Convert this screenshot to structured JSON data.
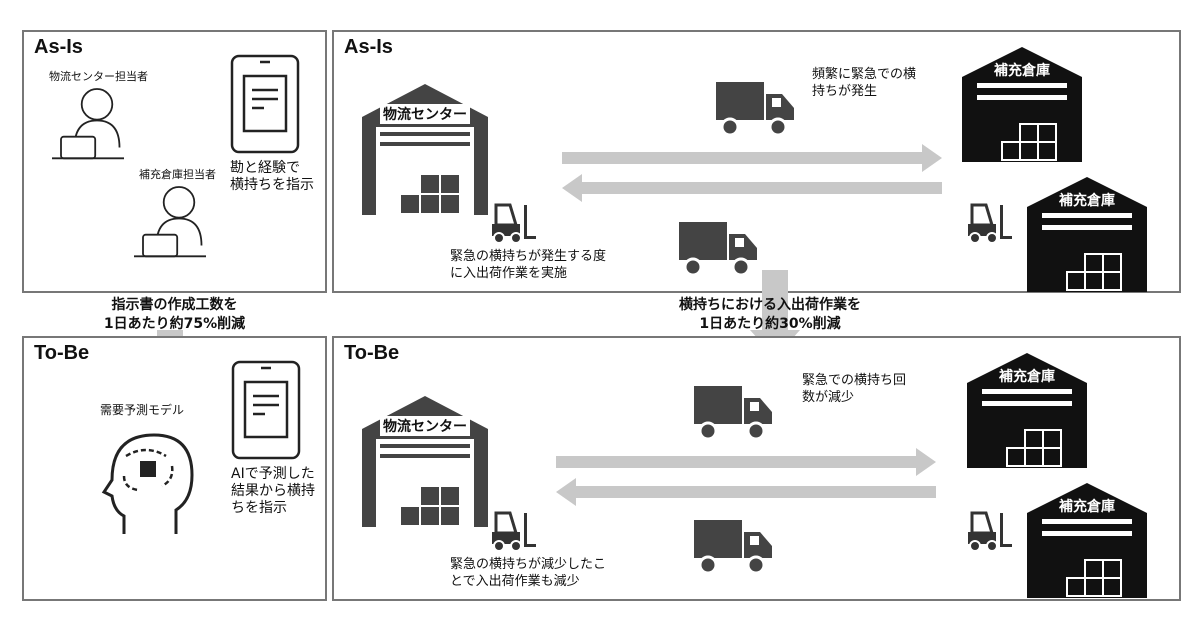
{
  "left_as_is": {
    "title": "As-Is",
    "person1": "物流センター担当者",
    "person2": "補充倉庫担当者",
    "note": "勘と経験で\n横持ちを指示"
  },
  "left_result": "指示書の作成工数を\n1日あたり約75%削減",
  "left_to_be": {
    "title": "To-Be",
    "model": "需要予測モデル",
    "note": "AIで予測した\n結果から横持\nちを指示"
  },
  "right_as_is": {
    "title": "As-Is",
    "center": "物流センター",
    "warehouse": "補充倉庫",
    "note_top": "頻繁に緊急での横\n持ちが発生",
    "note_bottom": "緊急の横持ちが発生する度\nに入出荷作業を実施"
  },
  "right_result": "横持ちにおける入出荷作業を\n1日あたり約30%削減",
  "right_to_be": {
    "title": "To-Be",
    "center": "物流センター",
    "warehouse": "補充倉庫",
    "note_top": "緊急での横持ち回\n数が減少",
    "note_bottom": "緊急の横持ちが減少したこ\nとで入出荷作業も減少"
  },
  "colors": {
    "border": "#777777",
    "arrow": "#c8c8c8",
    "icon": "#333333"
  }
}
